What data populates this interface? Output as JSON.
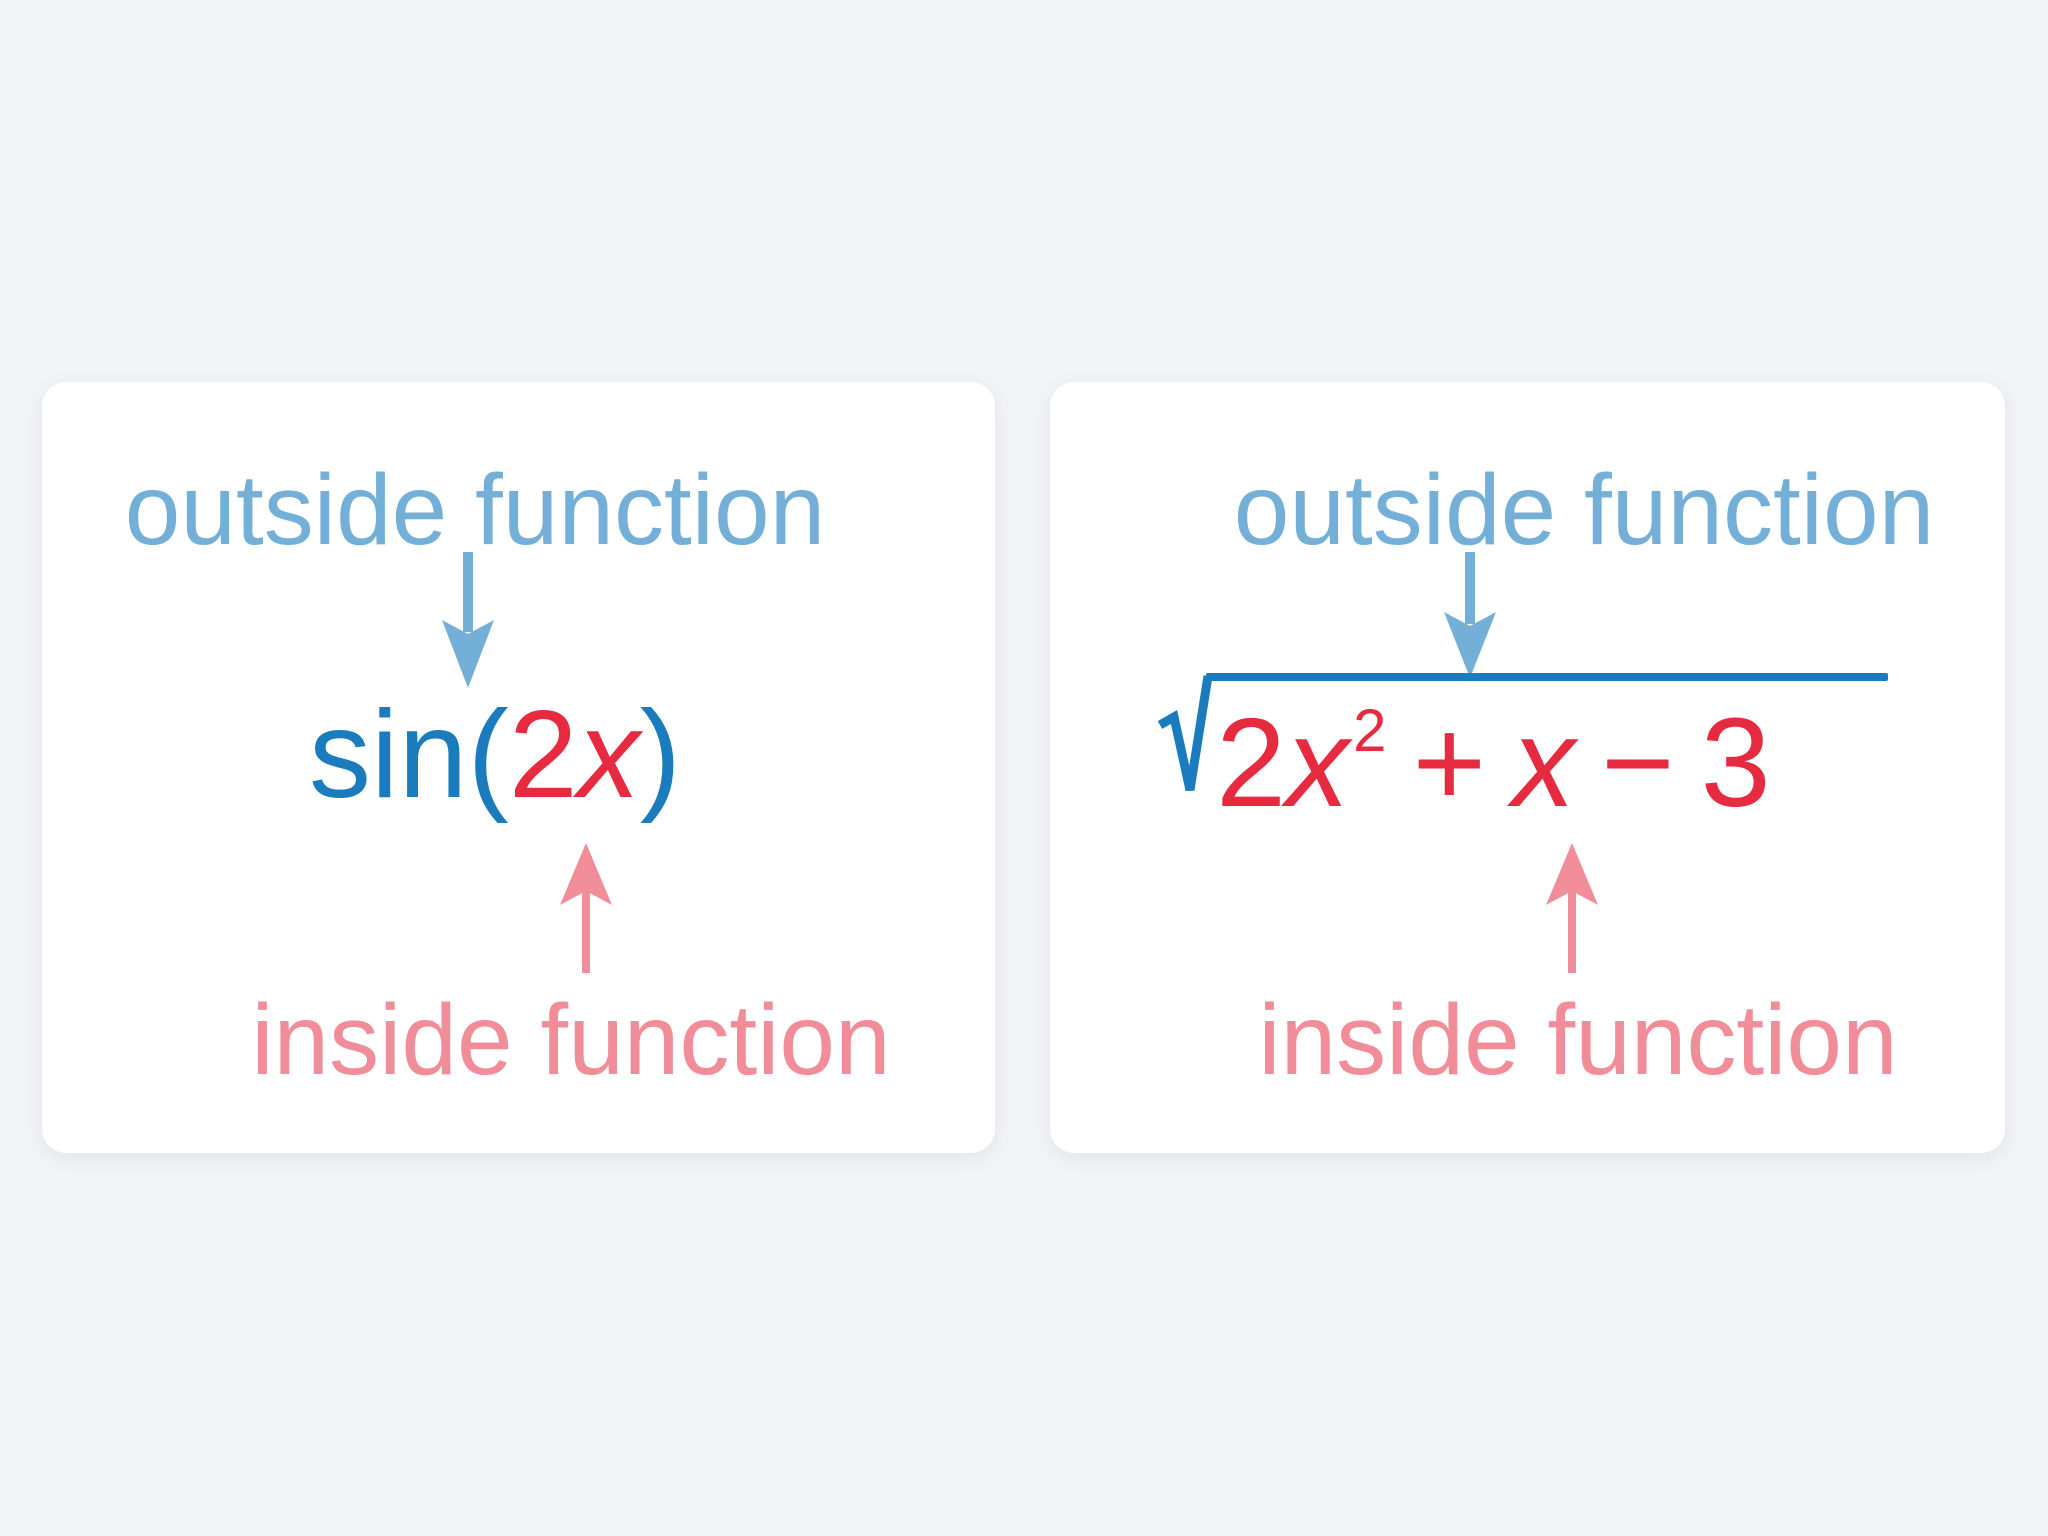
{
  "colors": {
    "page-bg": "#f1f3f5",
    "card-bg": "#ffffff",
    "label-blue": "#74afd8",
    "label-pink": "#f18d98",
    "math-blue": "#1a7cbd",
    "math-red": "#e62a40"
  },
  "left_card": {
    "outside_label": "outside function",
    "inside_label": "inside function",
    "expression": {
      "function_name": "sin",
      "open_paren": "(",
      "coefficient": "2",
      "variable": "x",
      "close_paren": ")"
    }
  },
  "right_card": {
    "outside_label": "outside function",
    "inside_label": "inside function",
    "expression": {
      "coefficient": "2",
      "variable_1": "x",
      "exponent": "2",
      "plus_sign": "+",
      "variable_2": "x",
      "minus_sign": "−",
      "constant": "3"
    }
  }
}
